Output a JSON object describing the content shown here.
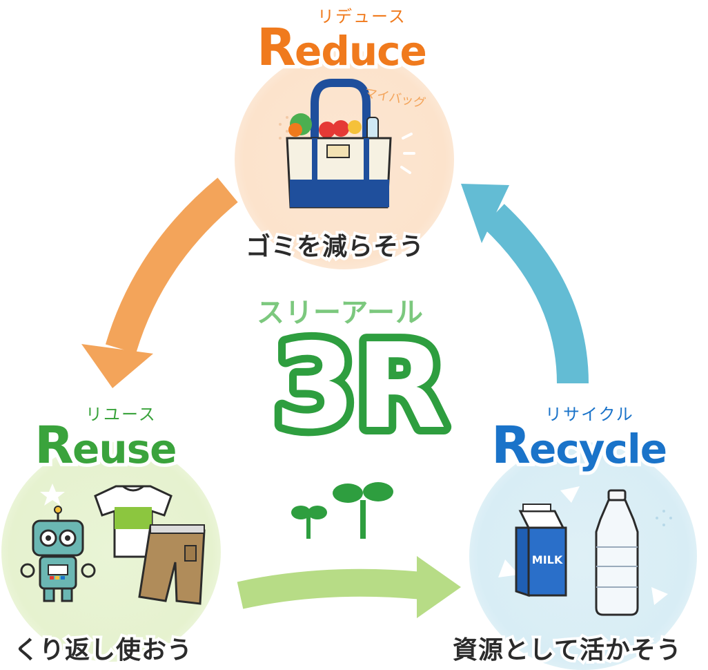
{
  "reduce": {
    "title_letter": "R",
    "title_rest": "educe",
    "kana": "リデュース",
    "caption": "ゴミを減らそう",
    "item_label": "マイバッグ",
    "color": "#f07a1d",
    "icon": "tote-bag-icon"
  },
  "reuse": {
    "title_letter": "R",
    "title_rest": "euse",
    "kana": "リユース",
    "caption": "くり返し使おう",
    "color": "#3aa33c",
    "icons": [
      "robot-toy-icon",
      "tshirt-icon",
      "shorts-icon"
    ]
  },
  "recycle": {
    "title_letter": "R",
    "title_rest": "ecycle",
    "kana": "リサイクル",
    "caption": "資源として活かそう",
    "milk_label": "MILK",
    "color": "#1a73c9",
    "icons": [
      "milk-carton-icon",
      "plastic-bottle-icon"
    ]
  },
  "center": {
    "kana": "スリーアール",
    "label": "3R",
    "color": "#2e9e3f",
    "icon": "sprout-icon"
  },
  "arrows": {
    "reduce_to_reuse": "#f3a45a",
    "reuse_to_recycle": "#b7dc86",
    "recycle_to_reduce": "#63bcd4"
  }
}
